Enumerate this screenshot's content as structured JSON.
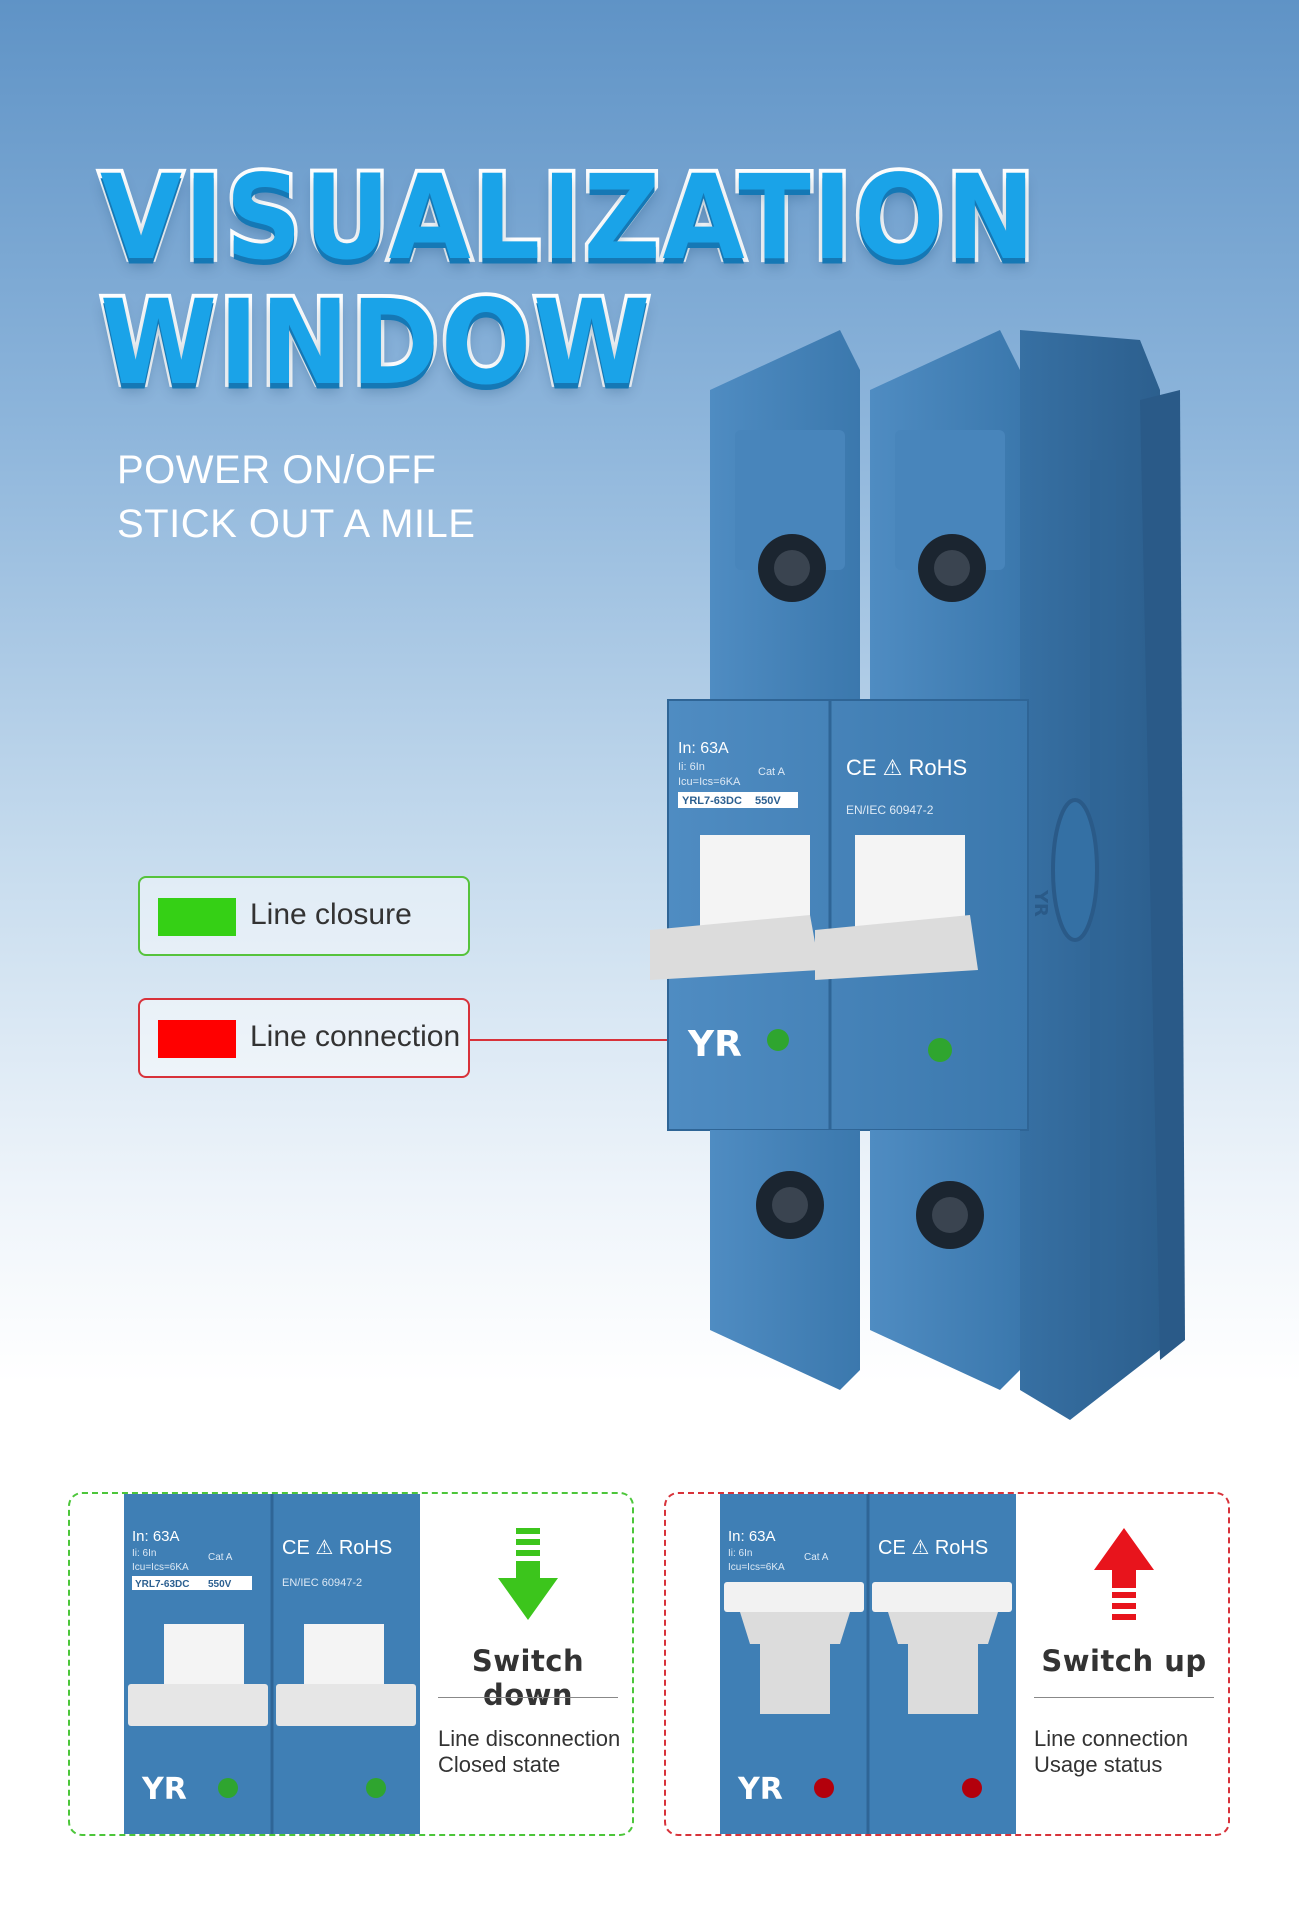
{
  "heading": {
    "line1": "VISUALIZATION",
    "line2": "WINDOW"
  },
  "subtitle": {
    "line1": "POWER ON/OFF",
    "line2": "STICK OUT A MILE"
  },
  "legend": [
    {
      "label": "Line closure",
      "color": "#35d015"
    },
    {
      "label": "Line connection",
      "color": "#ff0000"
    }
  ],
  "breaker": {
    "rating": "In: 63A",
    "spec1": "Ii: 6In",
    "spec2": "Icu=Ics=6KA",
    "category": "Cat A",
    "model": "YRL7-63DC",
    "voltage": "550V",
    "marks": "CE ⚠ RoHS",
    "standard": "EN/IEC 60947-2",
    "brand": "YR",
    "side_brand": "YR",
    "body_color": "#3f7fb5"
  },
  "panels": [
    {
      "state": "Switch down",
      "desc1": "Line disconnection",
      "desc2": "Closed state",
      "indicator": "#2fa52f",
      "arrow": "down",
      "arrow_color": "#3cc51c"
    },
    {
      "state": "Switch up",
      "desc1": "Line connection",
      "desc2": "Usage status",
      "indicator": "#b3000c",
      "arrow": "up",
      "arrow_color": "#e8141c"
    }
  ]
}
